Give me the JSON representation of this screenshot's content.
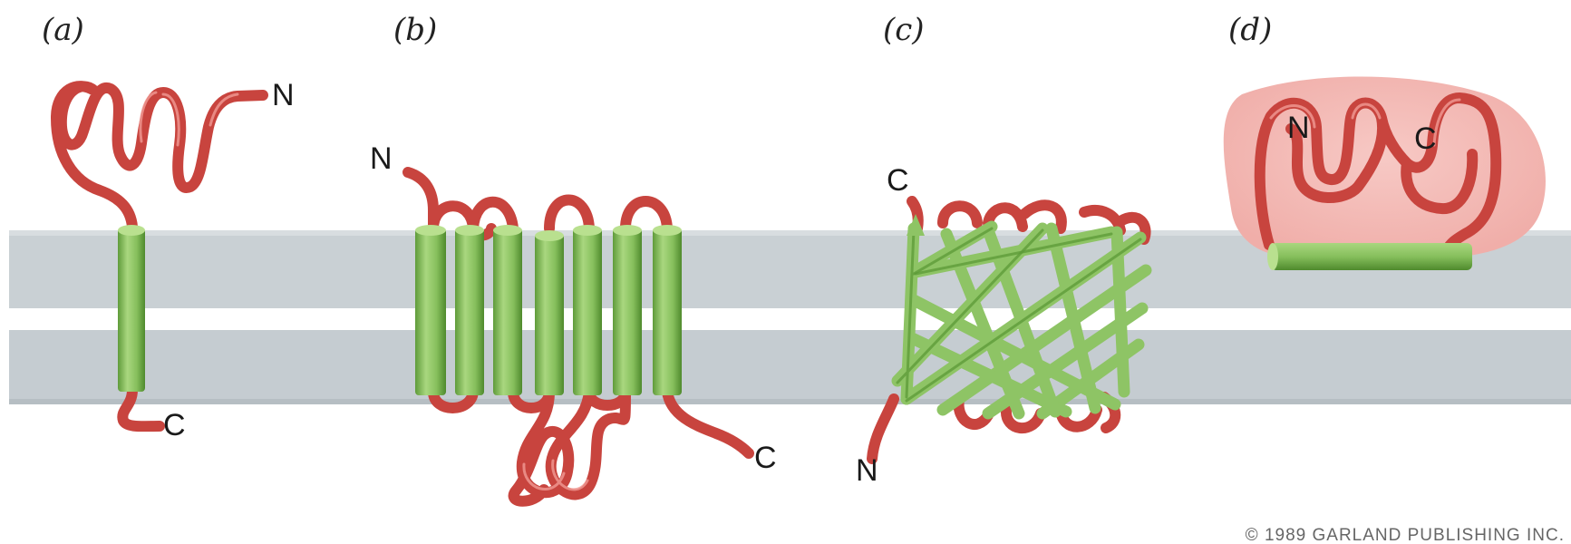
{
  "panels": [
    {
      "label": "(a)",
      "terminals": [
        "N",
        "C"
      ]
    },
    {
      "label": "(b)",
      "terminals": [
        "N",
        "C"
      ]
    },
    {
      "label": "(c)",
      "terminals": [
        "C",
        "N"
      ]
    },
    {
      "label": "(d)",
      "terminals": [
        "N",
        "C"
      ]
    }
  ],
  "copyright": "© 1989 GARLAND PUBLISHING INC.",
  "colors": {
    "membrane": "#c7cfd4",
    "loop": "#c8443e",
    "helix": "#8ec465",
    "helix_dark": "#5f9b3a",
    "cytosol_blob": "#f3bcb8"
  }
}
